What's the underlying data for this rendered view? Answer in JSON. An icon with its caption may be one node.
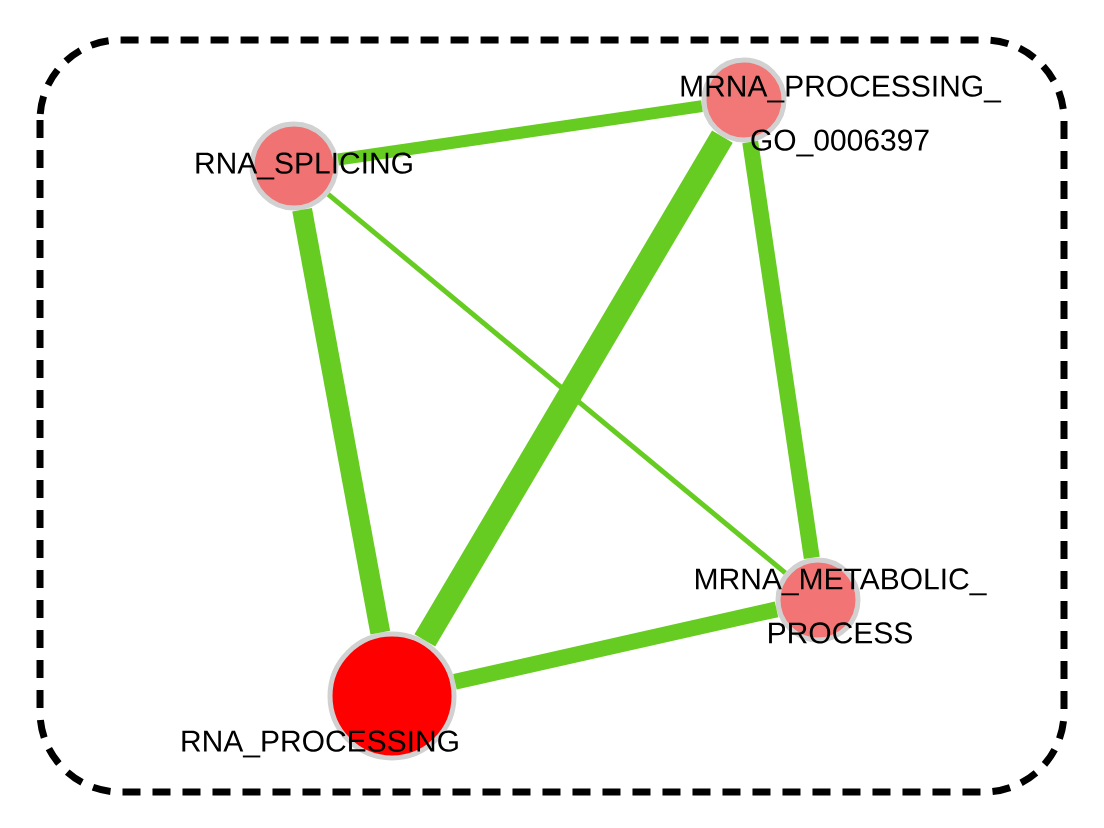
{
  "diagram": {
    "nodes": [
      {
        "text": [
          "RNA_SPLICING"
        ]
      },
      {
        "text": [
          "MRNA_PROCESSING_ GO_0006397"
        ]
      },
      {
        "text": [
          "MRNA_METABOLIC_ PROCESS"
        ]
      },
      {
        "text": [
          "RNA_PROCESSING"
        ]
      }
    ],
    "edges": [
      {
        "from": 0,
        "to": 1,
        "arrow": "none"
      },
      {
        "from": 0,
        "to": 3,
        "arrow": "none"
      },
      {
        "from": 0,
        "to": 2,
        "arrow": "none"
      },
      {
        "from": 1,
        "to": 3,
        "arrow": "none"
      },
      {
        "from": 1,
        "to": 2,
        "arrow": "none"
      },
      {
        "from": 3,
        "to": 2,
        "arrow": "none"
      }
    ]
  }
}
